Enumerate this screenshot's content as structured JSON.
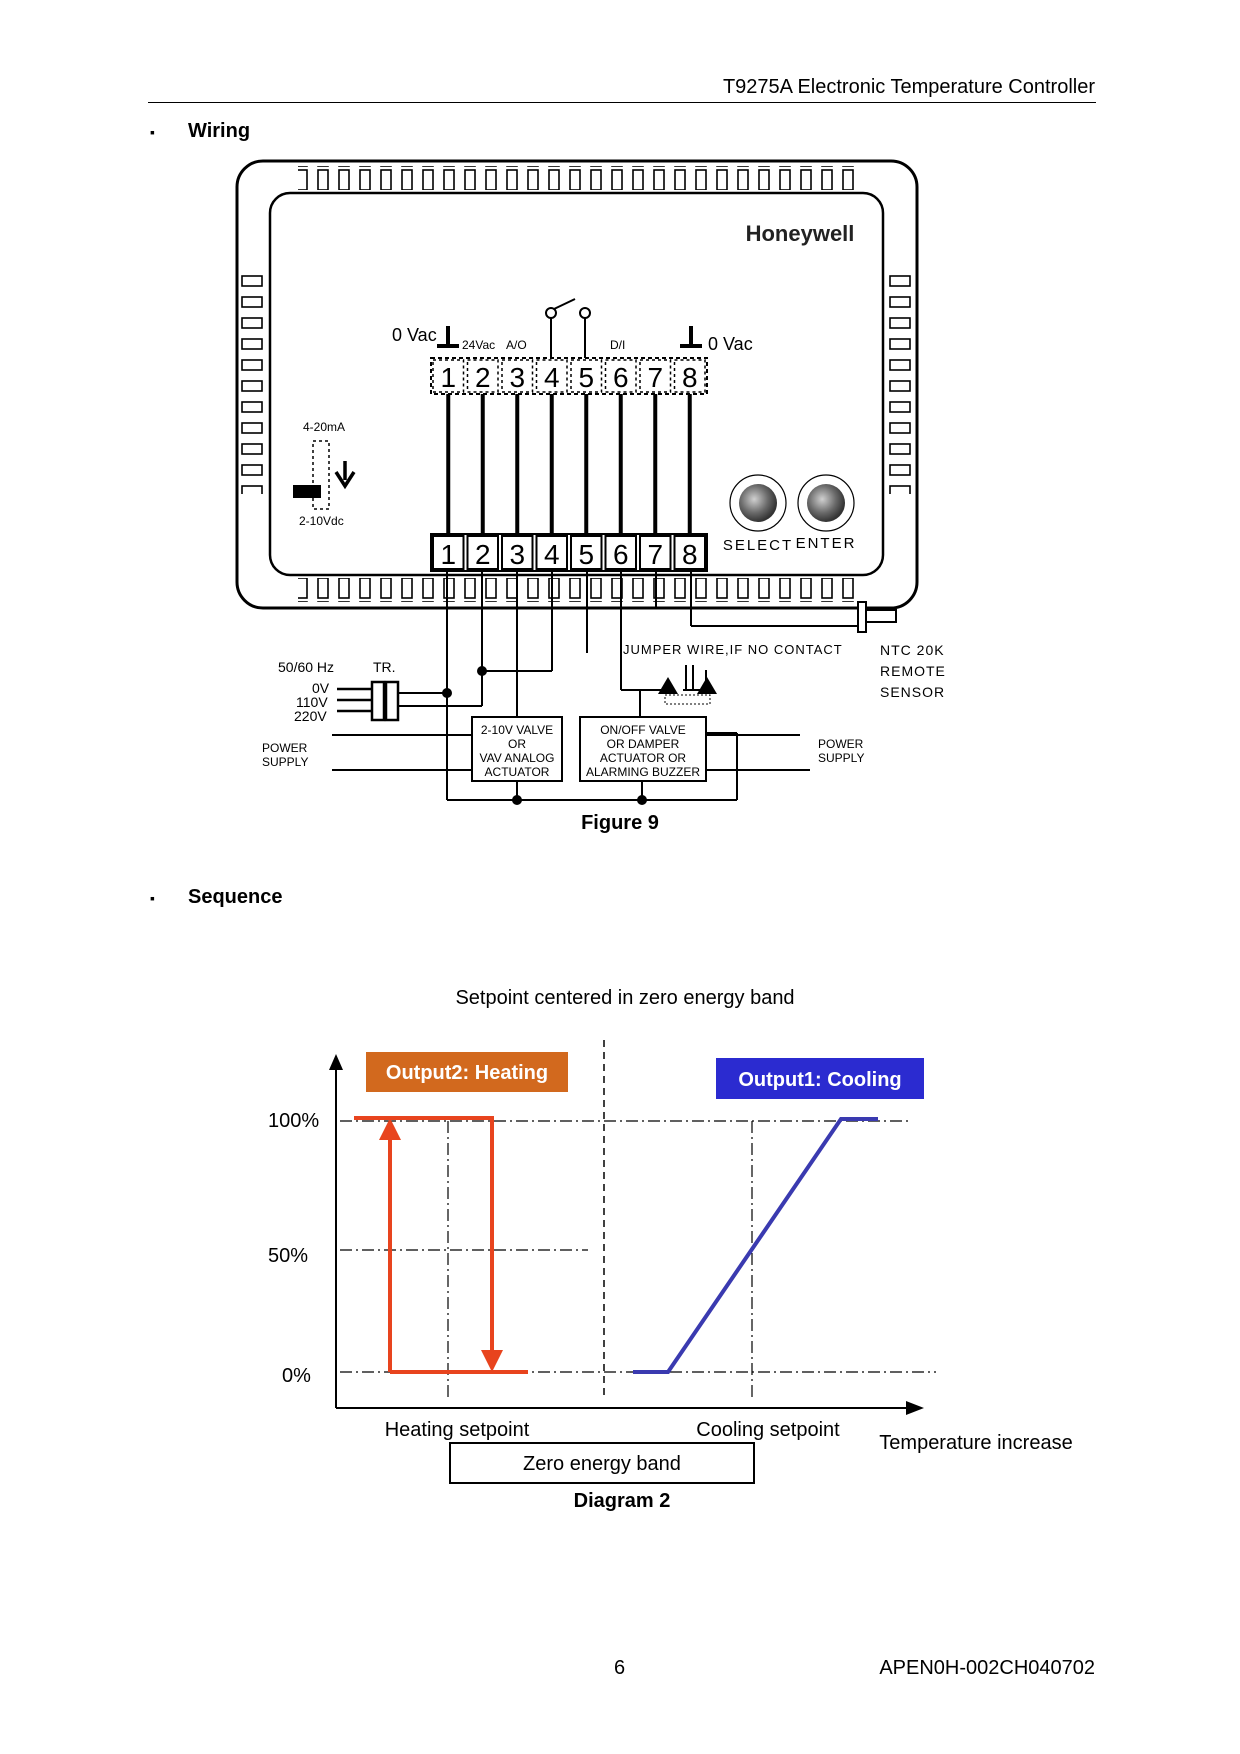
{
  "header": {
    "title": "T9275A Electronic Temperature Controller"
  },
  "sections": {
    "wiring": {
      "bullet": "▪",
      "title": "Wiring"
    },
    "sequence": {
      "bullet": "▪",
      "title": "Sequence"
    }
  },
  "figure9": {
    "caption": "Figure 9",
    "brand": "Honeywell",
    "terminal_labels": {
      "left_0vac": "0 Vac",
      "t24vac": "24Vac",
      "ao": "A/O",
      "di": "D/I",
      "right_0vac": "0 Vac"
    },
    "terminals": [
      "1",
      "2",
      "3",
      "4",
      "5",
      "6",
      "7",
      "8"
    ],
    "jumper_top": "4-20mA",
    "jumper_bottom": "2-10Vdc",
    "buttons": {
      "select": "SELECT",
      "enter": "ENTER"
    },
    "jumper_wire": "JUMPER WIRE,IF NO CONTACT",
    "sensor": [
      "NTC 20K",
      "REMOTE",
      "SENSOR"
    ],
    "supply": {
      "freq": "50/60 Hz",
      "tr": "TR.",
      "v0": "0V",
      "v110": "110V",
      "v220": "220V"
    },
    "power_supply_left": [
      "POWER",
      "SUPPLY"
    ],
    "power_supply_right": [
      "POWER",
      "SUPPLY"
    ],
    "box_left": [
      "2-10V VALVE",
      "OR",
      "VAV ANALOG",
      "ACTUATOR"
    ],
    "box_right": [
      "ON/OFF VALVE",
      "OR DAMPER",
      "ACTUATOR OR",
      "ALARMING BUZZER"
    ]
  },
  "diagram2": {
    "caption": "Diagram 2",
    "title": "Setpoint centered in zero energy band",
    "heating_label": "Output2: Heating",
    "cooling_label": "Output1: Cooling",
    "y_labels": [
      "100%",
      "50%",
      "0%"
    ],
    "heating_setpoint": "Heating setpoint",
    "cooling_setpoint": "Cooling setpoint",
    "temperature_increase": "Temperature increase",
    "zero_energy_band": "Zero energy band",
    "colors": {
      "heating": "#e8441e",
      "heating_box": "#d2691e",
      "cooling": "#3a3ab0",
      "cooling_box": "#2b2bd0"
    }
  },
  "footer": {
    "page": "6",
    "doc_id": "APEN0H-002CH040702"
  }
}
